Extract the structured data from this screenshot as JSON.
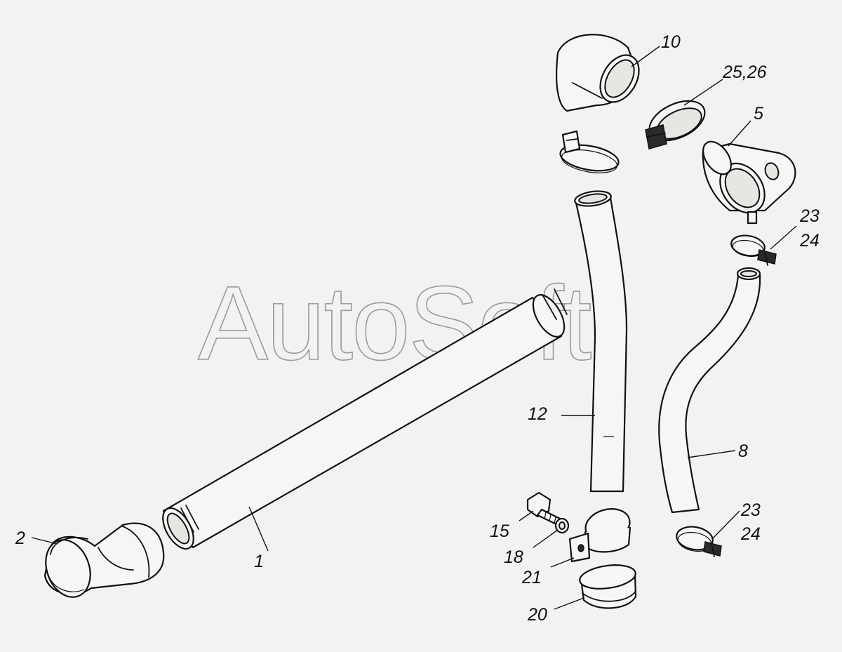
{
  "watermark": "AutoSoft",
  "callouts": {
    "l1": "1",
    "l2": "2",
    "l5": "5",
    "l8": "8",
    "l10": "10",
    "l12": "12",
    "l15": "15",
    "l18": "18",
    "l20": "20",
    "l21": "21",
    "l23a": "23",
    "l24a": "24",
    "l23b": "23",
    "l24b": "24",
    "l2526": "25,26"
  }
}
